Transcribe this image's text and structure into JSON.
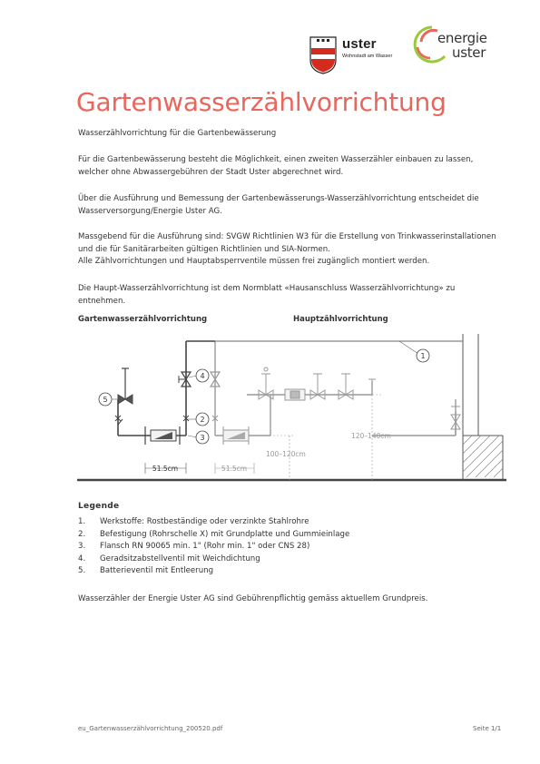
{
  "header": {
    "uster_logo": {
      "name": "uster",
      "tagline": "Wohnstadt am Wasser"
    },
    "energie_logo": {
      "line1": "energie",
      "line2": "uster"
    }
  },
  "title": "Gartenwasserzählvorrichtung",
  "subtitle": "Wasserzählvorrichtung für die Gartenbewässerung",
  "paragraphs": [
    [
      "Für die Gartenbewässerung besteht die Möglichkeit, einen zweiten Wasserzähler einbauen zu lassen,",
      "welcher ohne Abwassergebühren der Stadt Uster abgerechnet wird."
    ],
    [
      "Über die Ausführung und Bemessung der Gartenbewässerungs-Wasserzählvorrichtung entscheidet die",
      "Wasserversorgung/Energie Uster AG."
    ],
    [
      "Massgebend für die Ausführung sind: SVGW Richtlinien W3 für die Erstellung von Trinkwasserinstallationen",
      "und die für Sanitärarbeiten gültigen Richtlinien und SIA-Normen.",
      "Alle Zählvorrichtungen und Hauptabsperrventile müssen frei zugänglich montiert werden."
    ],
    [
      "Die Haupt-Wasserzählvorrichtung ist dem Normblatt «Hausanschluss Wasserzählvorrichtung» zu entnehmen."
    ]
  ],
  "diagram": {
    "label_left": "Gartenwasserzählvorrichtung",
    "label_right": "Hauptzählvorrichtung",
    "dim_51_left": "51.5cm",
    "dim_51_right": "51.5cm",
    "dim_100_120": "100–120cm",
    "dim_120_140": "120–140cm",
    "markers": [
      "1",
      "2",
      "3",
      "4",
      "5"
    ]
  },
  "legend": {
    "title": "Legende",
    "items": [
      {
        "num": "1.",
        "text": "Werkstoffe: Rostbeständige oder verzinkte Stahlrohre"
      },
      {
        "num": "2.",
        "text": "Befestigung (Rohrschelle X) mit Grundplatte und Gummieinlage"
      },
      {
        "num": "3.",
        "text": "Flansch RN 90065 min. 1\" (Rohr min. 1\" oder CNS 28)"
      },
      {
        "num": "4.",
        "text": "Geradsitzabstellventil mit Weichdichtung"
      },
      {
        "num": "5.",
        "text": "Batterieventil mit Entleerung"
      }
    ]
  },
  "closing": "Wasserzähler der Energie Uster AG sind Gebührenpflichtig gemäss aktuellem Grundpreis.",
  "footer": {
    "file": "eu_Gartenwasserzählvorrichtung_200520.pdf",
    "page": "Seite 1/1"
  },
  "colors": {
    "title": "#e8665b",
    "uster_red": "#d52b1e",
    "energie_green": "#9bc73c",
    "energie_red": "#e8665b"
  }
}
